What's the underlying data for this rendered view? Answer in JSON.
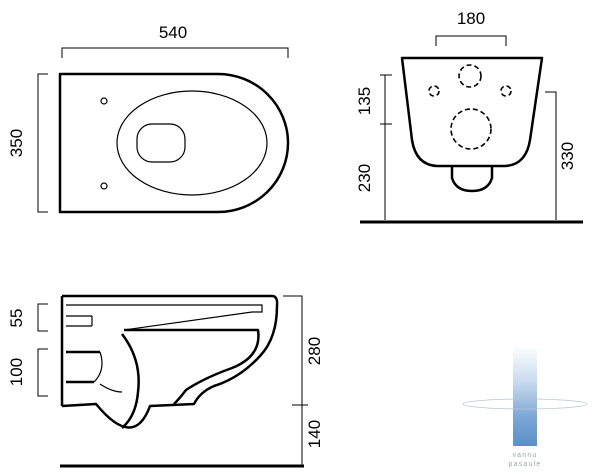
{
  "top_view": {
    "width_label": "540",
    "depth_label": "350"
  },
  "front_view": {
    "fixing_spacing_label": "180",
    "fixing_height_label": "135",
    "outlet_height_label": "230",
    "overall_height_label": "330"
  },
  "side_view": {
    "inlet_label": "55",
    "outlet_label": "100",
    "height_label": "280",
    "floor_label": "140"
  },
  "watermark": {
    "line1": "vannu",
    "line2": "pasaule",
    "accent_color": "#5b8fc9"
  },
  "colors": {
    "line": "#000000",
    "background": "#ffffff"
  }
}
